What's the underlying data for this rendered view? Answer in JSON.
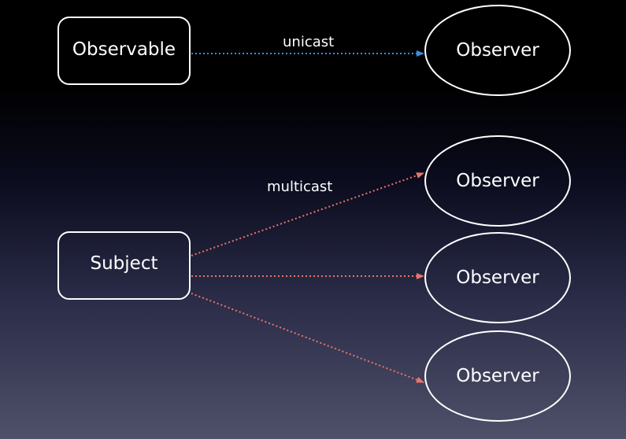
{
  "nodes": {
    "observable": {
      "label": "Observable"
    },
    "subject": {
      "label": "Subject"
    },
    "observer_unicast": {
      "label": "Observer"
    },
    "observer_multi_1": {
      "label": "Observer"
    },
    "observer_multi_2": {
      "label": "Observer"
    },
    "observer_multi_3": {
      "label": "Observer"
    }
  },
  "edges": {
    "unicast": {
      "label": "unicast",
      "color": "#3a8ee6"
    },
    "multicast": {
      "label": "multicast",
      "color": "#e8756b"
    }
  },
  "colors": {
    "shape_stroke": "#ffffff",
    "text": "#ffffff"
  }
}
